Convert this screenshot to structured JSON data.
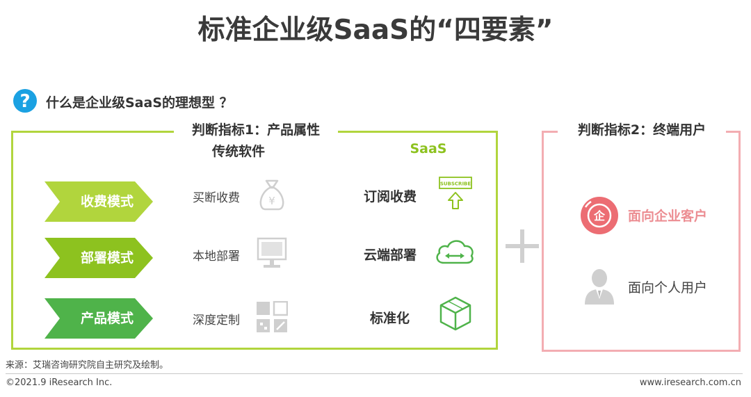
{
  "title": "标准企业级SaaS的“四要素”",
  "question": "什么是企业级SaaS的理想型 ？",
  "indicator1": {
    "title": "判断指标1：产品属性",
    "col_traditional": "传统软件",
    "col_saas": "SaaS",
    "rows": [
      {
        "label": "收费模式",
        "traditional": "买断收费",
        "saas": "订阅收费"
      },
      {
        "label": "部署模式",
        "traditional": "本地部署",
        "saas": "云端部署"
      },
      {
        "label": "产品模式",
        "traditional": "深度定制",
        "saas": "标准化"
      }
    ],
    "subscribe_badge": "SUBSCRIBE",
    "yen_symbol": "¥"
  },
  "indicator2": {
    "title": "判断指标2：终端用户",
    "enterprise": "面向企业客户",
    "enterprise_symbol": "企",
    "personal": "面向个人用户"
  },
  "source": "来源：艾瑞咨询研究院自主研究及绘制。",
  "copyright": "©2021.9 iResearch Inc.",
  "website": "www.iresearch.com.cn",
  "colors": {
    "green_light": "#b1d53d",
    "green_mid": "#8dc21f",
    "green_dark": "#4fb34a",
    "pink": "#f3adb2",
    "red": "#ec6d73",
    "gray_icon": "#d0d0d0",
    "question_blue": "#1ba1e2"
  }
}
